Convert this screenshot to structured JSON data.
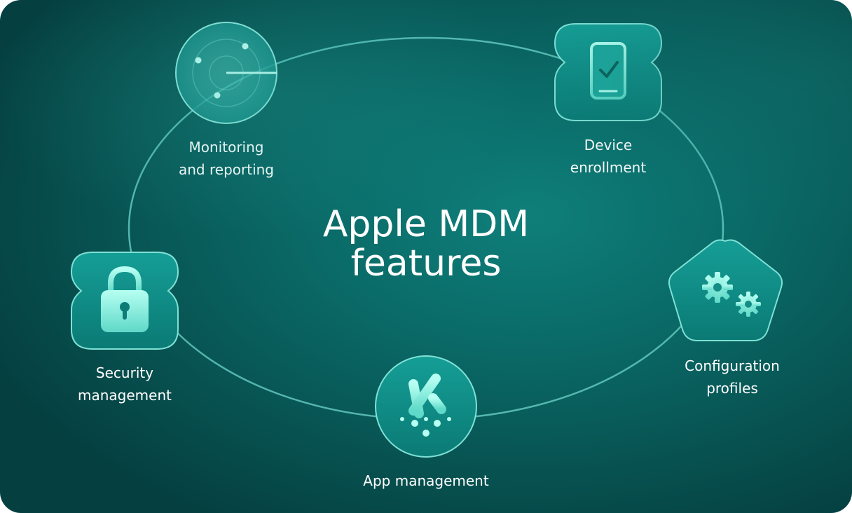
{
  "diagram": {
    "title_line1": "Apple MDM",
    "title_line2": "features",
    "nodes": [
      {
        "id": "monitoring",
        "line1": "Monitoring",
        "line2": "and reporting",
        "icon": "radar-icon"
      },
      {
        "id": "enrollment",
        "line1": "Device",
        "line2": "enrollment",
        "icon": "phone-check-icon"
      },
      {
        "id": "configuration",
        "line1": "Configuration",
        "line2": "profiles",
        "icon": "gears-icon"
      },
      {
        "id": "app",
        "line1": "App management",
        "line2": "",
        "icon": "app-deploy-icon"
      },
      {
        "id": "security",
        "line1": "Security",
        "line2": "management",
        "icon": "padlock-icon"
      }
    ],
    "colors": {
      "background": "#0a6b68",
      "ring": "#6fd6cb",
      "icon_tile": "#0f8f89",
      "icon_glyph": "#8ff0e2",
      "text": "#ffffff"
    }
  }
}
